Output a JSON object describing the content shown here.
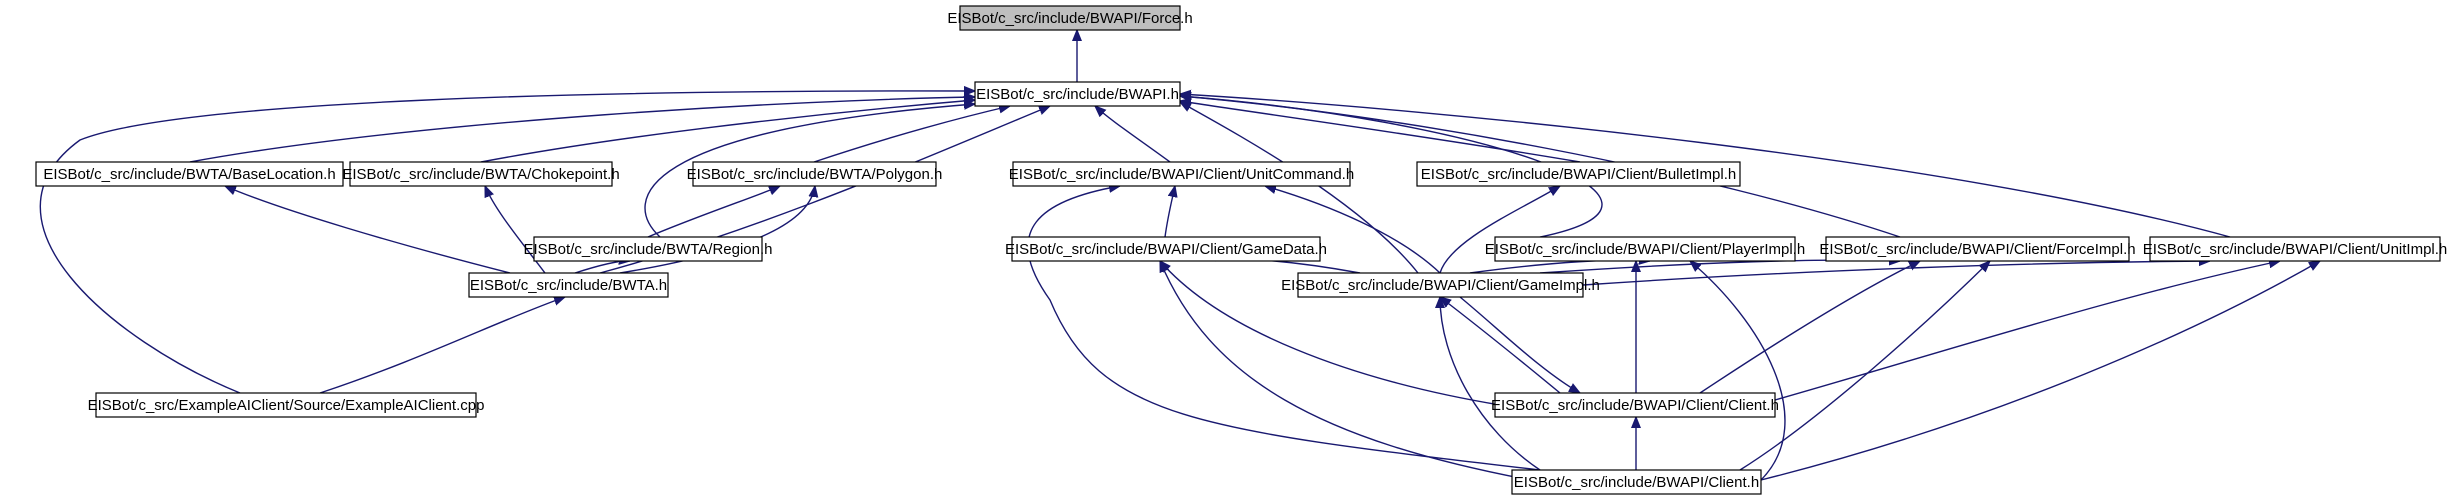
{
  "diagram": {
    "colors": {
      "edge": "#191970",
      "node_fill": "#ffffff",
      "node_highlight_fill": "#bfbfbf",
      "node_border": "#000000"
    },
    "nodes": [
      {
        "id": "force",
        "label": "EISBot/c_src/include/BWAPI/Force.h",
        "highlight": true
      },
      {
        "id": "bwapi",
        "label": "EISBot/c_src/include/BWAPI.h"
      },
      {
        "id": "baseloc",
        "label": "EISBot/c_src/include/BWTA/BaseLocation.h"
      },
      {
        "id": "chokepoint",
        "label": "EISBot/c_src/include/BWTA/Chokepoint.h"
      },
      {
        "id": "polygon",
        "label": "EISBot/c_src/include/BWTA/Polygon.h"
      },
      {
        "id": "unitcommand",
        "label": "EISBot/c_src/include/BWAPI/Client/UnitCommand.h"
      },
      {
        "id": "bulletimpl",
        "label": "EISBot/c_src/include/BWAPI/Client/BulletImpl.h"
      },
      {
        "id": "region",
        "label": "EISBot/c_src/include/BWTA/Region.h"
      },
      {
        "id": "gamedata",
        "label": "EISBot/c_src/include/BWAPI/Client/GameData.h"
      },
      {
        "id": "playerimpl",
        "label": "EISBot/c_src/include/BWAPI/Client/PlayerImpl.h"
      },
      {
        "id": "forceimpl",
        "label": "EISBot/c_src/include/BWAPI/Client/ForceImpl.h"
      },
      {
        "id": "unitimpl",
        "label": "EISBot/c_src/include/BWAPI/Client/UnitImpl.h"
      },
      {
        "id": "bwta",
        "label": "EISBot/c_src/include/BWTA.h"
      },
      {
        "id": "gameimpl",
        "label": "EISBot/c_src/include/BWAPI/Client/GameImpl.h"
      },
      {
        "id": "exampleai",
        "label": "EISBot/c_src/ExampleAIClient/Source/ExampleAIClient.cpp"
      },
      {
        "id": "clientclient",
        "label": "EISBot/c_src/include/BWAPI/Client/Client.h"
      },
      {
        "id": "bwapiclient",
        "label": "EISBot/c_src/include/BWAPI/Client.h"
      }
    ],
    "edges": [
      {
        "from": "bwapi",
        "to": "force"
      },
      {
        "from": "baseloc",
        "to": "bwapi"
      },
      {
        "from": "chokepoint",
        "to": "bwapi"
      },
      {
        "from": "polygon",
        "to": "bwapi"
      },
      {
        "from": "unitcommand",
        "to": "bwapi"
      },
      {
        "from": "bulletimpl",
        "to": "bwapi"
      },
      {
        "from": "region",
        "to": "bwapi"
      },
      {
        "from": "bwta",
        "to": "bwapi"
      },
      {
        "from": "exampleai",
        "to": "bwapi"
      },
      {
        "from": "gameimpl",
        "to": "bwapi"
      },
      {
        "from": "playerimpl",
        "to": "bwapi"
      },
      {
        "from": "forceimpl",
        "to": "bwapi"
      },
      {
        "from": "unitimpl",
        "to": "bwapi"
      },
      {
        "from": "region",
        "to": "polygon"
      },
      {
        "from": "bwta",
        "to": "polygon"
      },
      {
        "from": "bwta",
        "to": "baseloc"
      },
      {
        "from": "bwta",
        "to": "chokepoint"
      },
      {
        "from": "bwta",
        "to": "region"
      },
      {
        "from": "exampleai",
        "to": "bwta"
      },
      {
        "from": "gamedata",
        "to": "unitcommand"
      },
      {
        "from": "gameimpl",
        "to": "unitcommand"
      },
      {
        "from": "bwapiclient",
        "to": "unitcommand"
      },
      {
        "from": "gameimpl",
        "to": "bulletimpl"
      },
      {
        "from": "gameimpl",
        "to": "gamedata"
      },
      {
        "from": "clientclient",
        "to": "gamedata"
      },
      {
        "from": "bwapiclient",
        "to": "gamedata"
      },
      {
        "from": "gameimpl",
        "to": "playerimpl"
      },
      {
        "from": "clientclient",
        "to": "playerimpl"
      },
      {
        "from": "bwapiclient",
        "to": "playerimpl"
      },
      {
        "from": "gameimpl",
        "to": "forceimpl"
      },
      {
        "from": "clientclient",
        "to": "forceimpl"
      },
      {
        "from": "bwapiclient",
        "to": "forceimpl"
      },
      {
        "from": "gameimpl",
        "to": "unitimpl"
      },
      {
        "from": "clientclient",
        "to": "unitimpl"
      },
      {
        "from": "bwapiclient",
        "to": "unitimpl"
      },
      {
        "from": "clientclient",
        "to": "gameimpl"
      },
      {
        "from": "gameimpl",
        "to": "clientclient"
      },
      {
        "from": "bwapiclient",
        "to": "gameimpl"
      },
      {
        "from": "bwapiclient",
        "to": "clientclient"
      }
    ]
  }
}
